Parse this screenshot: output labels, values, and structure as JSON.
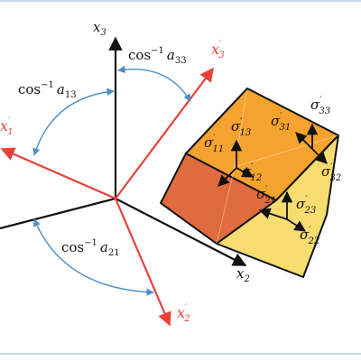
{
  "axes": {
    "x3": {
      "base": "x",
      "sub": "3"
    },
    "x2": {
      "base": "x",
      "sub": "2"
    },
    "x1p": {
      "base": "x",
      "sub": "1",
      "prime": "′"
    },
    "x2p": {
      "base": "x",
      "sub": "2",
      "prime": "′"
    },
    "x3p": {
      "base": "x",
      "sub": "3",
      "prime": "′"
    }
  },
  "angles": {
    "a33": {
      "fn": "cos",
      "exp": "−1",
      "var": "a",
      "sub": "33"
    },
    "a13": {
      "fn": "cos",
      "exp": "−1",
      "var": "a",
      "sub": "13"
    },
    "a21": {
      "fn": "cos",
      "exp": "−1",
      "var": "a",
      "sub": "21"
    }
  },
  "stresses": {
    "s33": {
      "sym": "σ",
      "prime": "′",
      "sub": "33"
    },
    "s31": {
      "sym": "σ",
      "prime": "′",
      "sub": "31"
    },
    "s32": {
      "sym": "σ",
      "prime": "′",
      "sub": "32"
    },
    "s13": {
      "sym": "σ",
      "prime": "′",
      "sub": "13"
    },
    "s11": {
      "sym": "σ",
      "prime": "′",
      "sub": "11"
    },
    "s12": {
      "sym": "σ",
      "prime": "′",
      "sub": "12"
    },
    "s21": {
      "sym": "σ",
      "prime": "′",
      "sub": "21"
    },
    "s23": {
      "sym": "σ",
      "prime": "′",
      "sub": "23"
    },
    "s22": {
      "sym": "σ",
      "prime": "′",
      "sub": "22"
    }
  },
  "colors": {
    "axis_black": "#111111",
    "axis_red": "#e8413b",
    "arc_blue": "#4a8fc4",
    "face_top": "#f5a32e",
    "face_left": "#e06b3f",
    "face_right": "#f7dc6f",
    "frame": "#c9dbe9"
  }
}
